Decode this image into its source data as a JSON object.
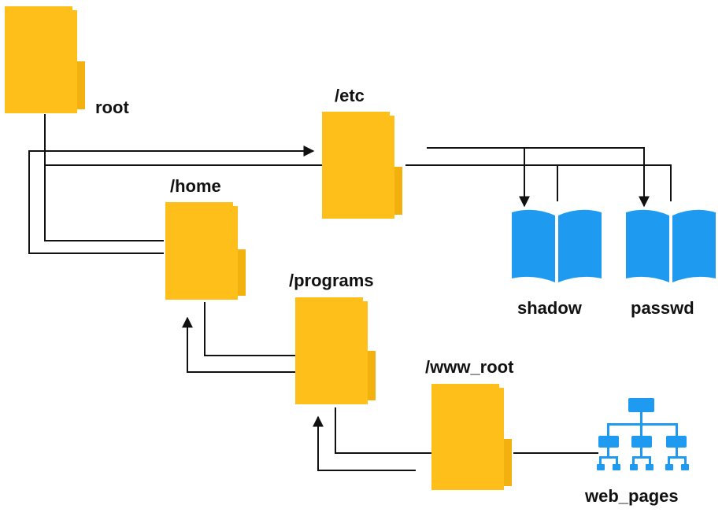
{
  "colors": {
    "folder": "#FFBF1A",
    "folder_shade": "#F2B10F",
    "book": "#1E9BF0",
    "sitemap": "#1E9BF0",
    "line": "#111111",
    "background": "#FFFFFF"
  },
  "folders": [
    {
      "id": "root",
      "label": "root",
      "icon": "folder-icon"
    },
    {
      "id": "etc",
      "label": "/etc",
      "icon": "folder-icon"
    },
    {
      "id": "home",
      "label": "/home",
      "icon": "folder-icon"
    },
    {
      "id": "programs",
      "label": "/programs",
      "icon": "folder-icon"
    },
    {
      "id": "www_root",
      "label": "/www_root",
      "icon": "folder-icon"
    }
  ],
  "files": [
    {
      "id": "shadow",
      "label": "shadow",
      "icon": "book-icon"
    },
    {
      "id": "passwd",
      "label": "passwd",
      "icon": "book-icon"
    },
    {
      "id": "web_pages",
      "label": "web_pages",
      "icon": "sitemap-icon"
    }
  ]
}
